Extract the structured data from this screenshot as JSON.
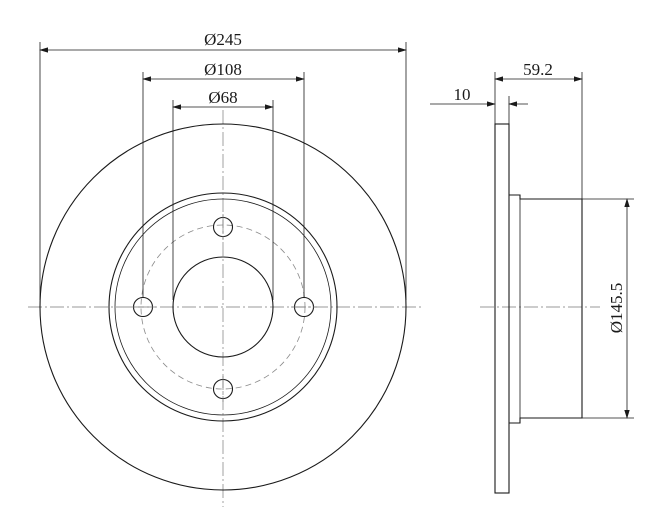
{
  "dimensions": {
    "outer_diameter": "Ø245",
    "bolt_circle_diameter": "Ø108",
    "center_bore_diameter": "Ø68",
    "disc_thickness": "10",
    "overall_height": "59.2",
    "hat_diameter": "Ø145.5"
  },
  "colors": {
    "line": "#1a1a1a",
    "centerline": "#7a7a7a",
    "background": "#ffffff"
  }
}
